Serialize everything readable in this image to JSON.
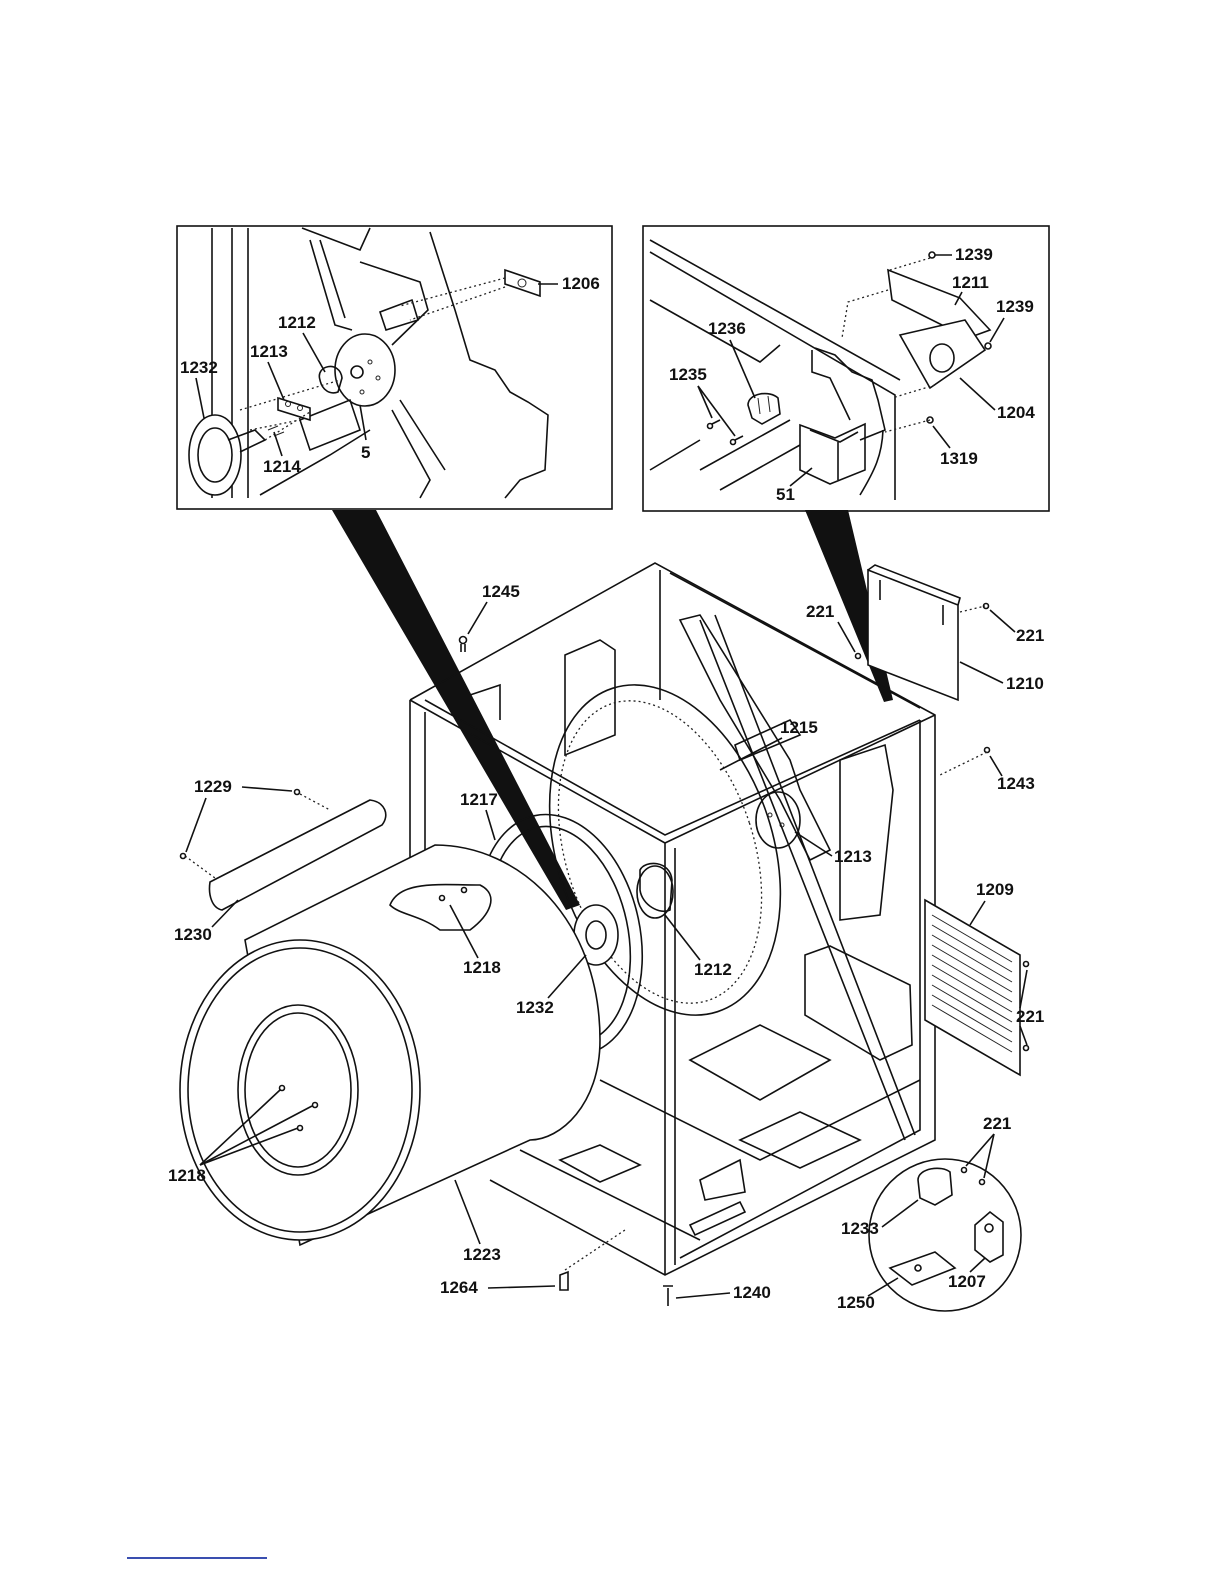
{
  "diagram": {
    "inset_left": {
      "labels": {
        "l1206": "1206",
        "l1212": "1212",
        "l1213": "1213",
        "l1232": "1232",
        "l1214": "1214",
        "l5": "5"
      }
    },
    "inset_right": {
      "labels": {
        "l1239a": "1239",
        "l1211": "1211",
        "l1239b": "1239",
        "l1236": "1236",
        "l1235": "1235",
        "l1204": "1204",
        "l1319": "1319",
        "l51": "51"
      }
    },
    "main": {
      "labels": {
        "l1245": "1245",
        "l221a": "221",
        "l221b": "221",
        "l1210": "1210",
        "l1215": "1215",
        "l1243": "1243",
        "l1229": "1229",
        "l1217": "1217",
        "l1213": "1213",
        "l1209": "1209",
        "l1230": "1230",
        "l1218a": "1218",
        "l1212": "1212",
        "l221c": "221",
        "l1232": "1232",
        "l1218b": "1218",
        "l221d": "221",
        "l1223": "1223",
        "l1233": "1233",
        "l1207": "1207",
        "l1264": "1264",
        "l1240": "1240",
        "l1250": "1250"
      }
    }
  }
}
